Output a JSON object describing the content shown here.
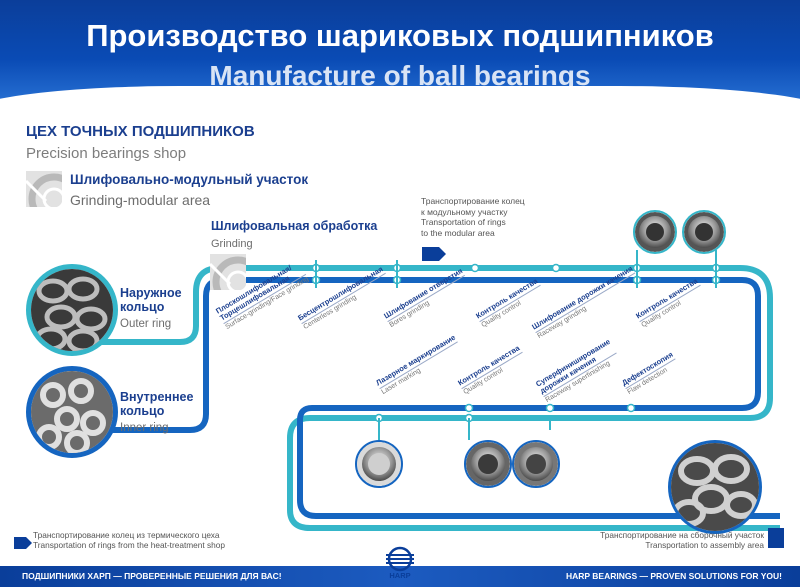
{
  "header": {
    "title_ru": "Производство шариковых подшипников",
    "title_en": "Manufacture of ball bearings"
  },
  "shop": {
    "title_ru": "ЦЕХ ТОЧНЫХ ПОДШИПНИКОВ",
    "title_en": "Precision bearings shop"
  },
  "area": {
    "title_ru": "Шлифовально-модульный участок",
    "title_en": "Grinding-modular area",
    "icon": "grinding-wheel-icon"
  },
  "grinding": {
    "title_ru": "Шлифовальная обработка",
    "title_en": "Grinding",
    "icon": "grinding-wheel-icon"
  },
  "transport_top": {
    "ru_line1": "Транспортирование колец",
    "ru_line2": "к модульному участку",
    "en_line1": "Transportation of rings",
    "en_line2": "to the modular area"
  },
  "rings": {
    "outer": {
      "ru_line1": "Наружное",
      "ru_line2": "кольцо",
      "en": "Outer ring"
    },
    "inner": {
      "ru_line1": "Внутреннее",
      "ru_line2": "кольцо",
      "en": "Inner ring"
    }
  },
  "steps_top": [
    {
      "ru_line1": "Плоскошлифовальная/",
      "ru_line2": "Торцешлифовальная",
      "en": "Surface-grinding/Face grinding"
    },
    {
      "ru_line1": "Бесцентрошлифовальная",
      "en": "Centerless grinding"
    },
    {
      "ru_line1": "Шлифование отверстия",
      "en": "Bores grinding"
    },
    {
      "ru_line1": "Контроль качества",
      "en": "Quality control"
    },
    {
      "ru_line1": "Шлифование дорожки качения",
      "en": "Raceway grinding"
    },
    {
      "ru_line1": "Контроль качества",
      "en": "Quality control"
    }
  ],
  "steps_bottom": [
    {
      "ru_line1": "Лазерное маркирование",
      "en": "Laser marking"
    },
    {
      "ru_line1": "Контроль качества",
      "en": "Quality control"
    },
    {
      "ru_line1": "Суперфиниширование",
      "ru_line2": "дорожки качения",
      "en": "Raceway superfinishing"
    },
    {
      "ru_line1": "Дефектоскопия",
      "en": "Flaw detection"
    }
  ],
  "transport_bottom_left": {
    "ru": "Транспортирование колец из термического цеха",
    "en": "Transportation of rings from the heat-treatment shop"
  },
  "transport_bottom_right": {
    "ru": "Транспортирование на сборочный участок",
    "en": "Transportation to assembly area"
  },
  "footer": {
    "left": "ПОДШИПНИКИ ХАРП — ПРОВЕРЕННЫЕ РЕШЕНИЯ ДЛЯ ВАС!",
    "right": "HARP BEARINGS — PROVEN SOLUTIONS FOR YOU!",
    "logo_text": "HARP"
  },
  "colors": {
    "primary_blue": "#0a3e9a",
    "line_blue": "#1565c0",
    "line_cyan": "#35b6c9",
    "text_blue": "#1b3f8f"
  }
}
